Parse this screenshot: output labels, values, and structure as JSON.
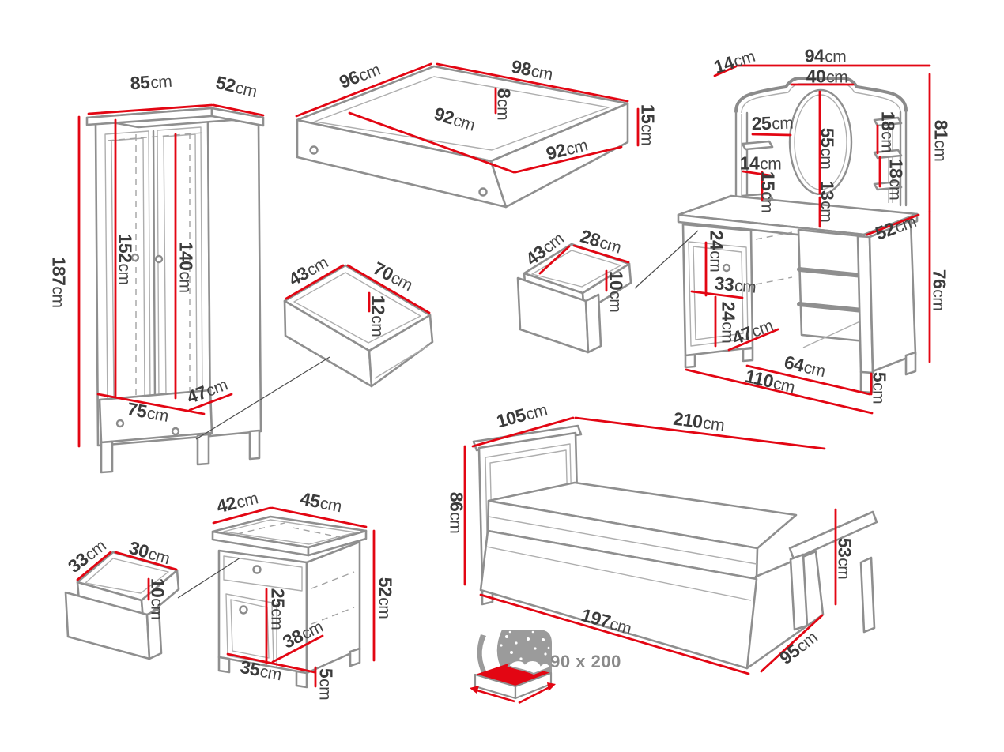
{
  "diagram": {
    "type": "furniture-dimension-diagram",
    "unit": "cm"
  },
  "palette": {
    "dimension_red": "#e30613",
    "label_ink": "#3b3b3b",
    "furniture_line": "#8f8f8f",
    "muted_gray": "#8a8a8a",
    "background": "#ffffff"
  },
  "items": [
    {
      "name": "wardrobe",
      "dims": [
        {
          "v": "85",
          "u": "cm"
        },
        {
          "v": "52",
          "u": "cm"
        },
        {
          "v": "187",
          "u": "cm"
        },
        {
          "v": "152",
          "u": "cm"
        },
        {
          "v": "140",
          "u": "cm"
        },
        {
          "v": "75",
          "u": "cm"
        },
        {
          "v": "47",
          "u": "cm"
        }
      ]
    },
    {
      "name": "underbed-storage-box",
      "dims": [
        {
          "v": "96",
          "u": "cm"
        },
        {
          "v": "98",
          "u": "cm"
        },
        {
          "v": "8",
          "u": "cm"
        },
        {
          "v": "92",
          "u": "cm"
        },
        {
          "v": "92",
          "u": "cm"
        },
        {
          "v": "15",
          "u": "cm"
        }
      ]
    },
    {
      "name": "dressing-table-with-mirror",
      "dims": [
        {
          "v": "14",
          "u": "cm"
        },
        {
          "v": "94",
          "u": "cm"
        },
        {
          "v": "40",
          "u": "cm"
        },
        {
          "v": "25",
          "u": "cm"
        },
        {
          "v": "55",
          "u": "cm"
        },
        {
          "v": "18",
          "u": "cm"
        },
        {
          "v": "18",
          "u": "cm"
        },
        {
          "v": "81",
          "u": "cm"
        },
        {
          "v": "14",
          "u": "cm"
        },
        {
          "v": "15",
          "u": "cm"
        },
        {
          "v": "13",
          "u": "cm"
        },
        {
          "v": "52",
          "u": "cm"
        },
        {
          "v": "24",
          "u": "cm"
        },
        {
          "v": "33",
          "u": "cm"
        },
        {
          "v": "24",
          "u": "cm"
        },
        {
          "v": "47",
          "u": "cm"
        },
        {
          "v": "64",
          "u": "cm"
        },
        {
          "v": "110",
          "u": "cm"
        },
        {
          "v": "5",
          "u": "cm"
        },
        {
          "v": "76",
          "u": "cm"
        }
      ]
    },
    {
      "name": "drawer-large",
      "dims": [
        {
          "v": "43",
          "u": "cm"
        },
        {
          "v": "70",
          "u": "cm"
        },
        {
          "v": "12",
          "u": "cm"
        }
      ]
    },
    {
      "name": "drawer-medium",
      "dims": [
        {
          "v": "43",
          "u": "cm"
        },
        {
          "v": "28",
          "u": "cm"
        },
        {
          "v": "10",
          "u": "cm"
        }
      ]
    },
    {
      "name": "drawer-small",
      "dims": [
        {
          "v": "33",
          "u": "cm"
        },
        {
          "v": "30",
          "u": "cm"
        },
        {
          "v": "10",
          "u": "cm"
        }
      ]
    },
    {
      "name": "nightstand",
      "dims": [
        {
          "v": "42",
          "u": "cm"
        },
        {
          "v": "45",
          "u": "cm"
        },
        {
          "v": "52",
          "u": "cm"
        },
        {
          "v": "25",
          "u": "cm"
        },
        {
          "v": "38",
          "u": "cm"
        },
        {
          "v": "35",
          "u": "cm"
        },
        {
          "v": "5",
          "u": "cm"
        }
      ]
    },
    {
      "name": "bed",
      "dims": [
        {
          "v": "105",
          "u": "cm"
        },
        {
          "v": "210",
          "u": "cm"
        },
        {
          "v": "86",
          "u": "cm"
        },
        {
          "v": "53",
          "u": "cm"
        },
        {
          "v": "197",
          "u": "cm"
        },
        {
          "v": "95",
          "u": "cm"
        }
      ]
    }
  ],
  "mattress_size_note": {
    "label": "90 x 200"
  }
}
